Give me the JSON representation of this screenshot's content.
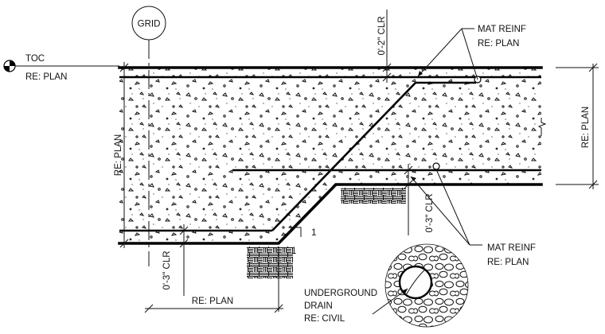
{
  "labels": {
    "grid": "GRID",
    "toc_line1": "TOC",
    "toc_line2": "RE: PLAN",
    "clr_top": "0'-2\" CLR",
    "mat_reinf_top_line1": "MAT REINF",
    "mat_reinf_top_line2": "RE: PLAN",
    "re_plan_right": "RE: PLAN",
    "re_plan_left_vertical": "RE: PLAN",
    "clr_right": "0'-3\" CLR",
    "clr_bottom_left": "0'-3\" CLR",
    "slope_rise": "1",
    "slope_run": "1",
    "mat_reinf_bottom_line1": "MAT REINF",
    "mat_reinf_bottom_line2": "RE: PLAN",
    "re_plan_bottom": "RE: PLAN",
    "drain_line1": "UNDERGROUND",
    "drain_line2": "DRAIN",
    "drain_line3": "RE: CIVIL"
  }
}
